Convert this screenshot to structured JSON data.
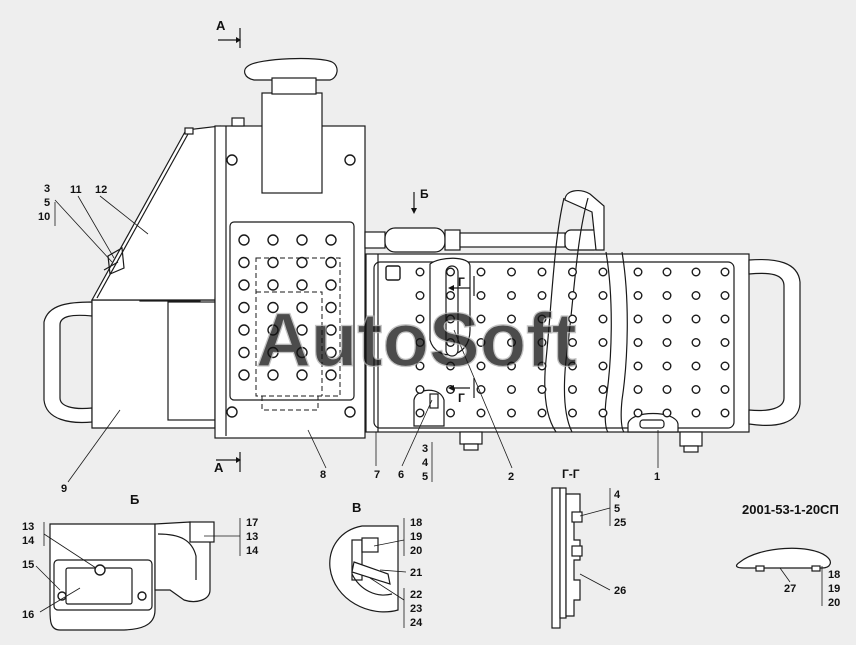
{
  "drawing_code": "2001-53-1-20СП",
  "watermark": "AutoSoft",
  "section_marks": {
    "a_top": "А",
    "a_bottom": "А",
    "b_arrow": "Б",
    "g_upper": "Г",
    "g_lower": "Г"
  },
  "view_titles": {
    "view_b": "Б",
    "view_v": "В",
    "view_gg": "Г-Г"
  },
  "callouts": {
    "c1": "1",
    "c2": "2",
    "c6": "6",
    "c7": "7",
    "c8": "8",
    "c9": "9",
    "group_3_5_10": [
      "3",
      "5",
      "10"
    ],
    "c11": "11",
    "c12": "12",
    "group_3_4_5": [
      "3",
      "4",
      "5"
    ],
    "group_13_14_left": [
      "13",
      "14"
    ],
    "c15": "15",
    "c16": "16",
    "group_17_13_14": [
      "17",
      "13",
      "14"
    ],
    "group_18_19_20_v": [
      "18",
      "19",
      "20"
    ],
    "c21": "21",
    "group_22_23_24": [
      "22",
      "23",
      "24"
    ],
    "group_4_5_25": [
      "4",
      "5",
      "25"
    ],
    "c26": "26",
    "c27": "27",
    "group_18_19_20_right": [
      "18",
      "19",
      "20"
    ]
  }
}
